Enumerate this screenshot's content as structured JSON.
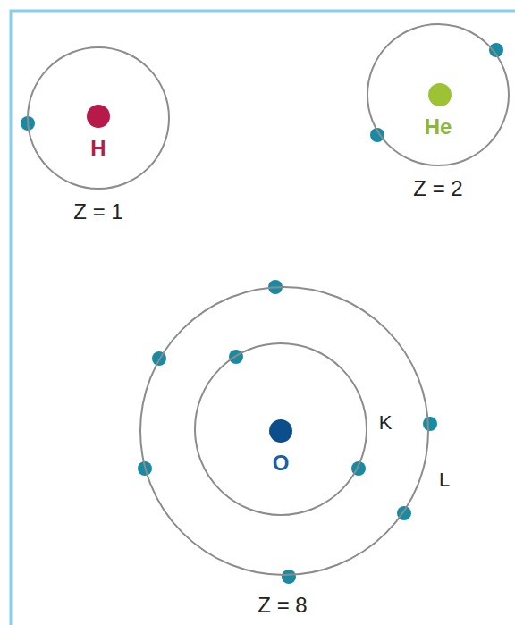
{
  "diagram": {
    "nodes": [
      {
        "text": [
          "H",
          "Z = 1"
        ]
      },
      {
        "text": [
          "He",
          "Z = 2"
        ]
      },
      {
        "text": [
          "L",
          "Z = 8"
        ]
      },
      {
        "text": [
          "O",
          "K"
        ],
        "in": 2
      }
    ]
  }
}
